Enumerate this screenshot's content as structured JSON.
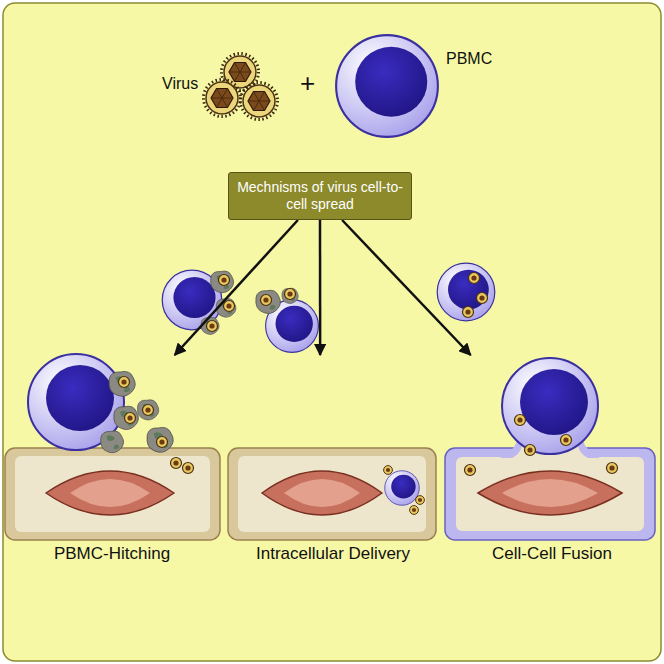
{
  "diagram": {
    "nodes": [
      {
        "text": [
          "Mechnisms of virus cell-to-cell spread"
        ]
      },
      {
        "text": [
          "PBMC-Hitching"
        ]
      },
      {
        "text": [
          "Intracellular Delivery"
        ]
      },
      {
        "text": [
          "Cell-Cell Fusion"
        ]
      }
    ],
    "edges": [
      {
        "from": 0,
        "to": 1,
        "arrow": "to"
      },
      {
        "from": 0,
        "to": 2,
        "arrow": "to"
      },
      {
        "from": 0,
        "to": 3,
        "arrow": "to"
      }
    ],
    "labels": [
      "Virus",
      "+",
      "PBMC"
    ]
  }
}
